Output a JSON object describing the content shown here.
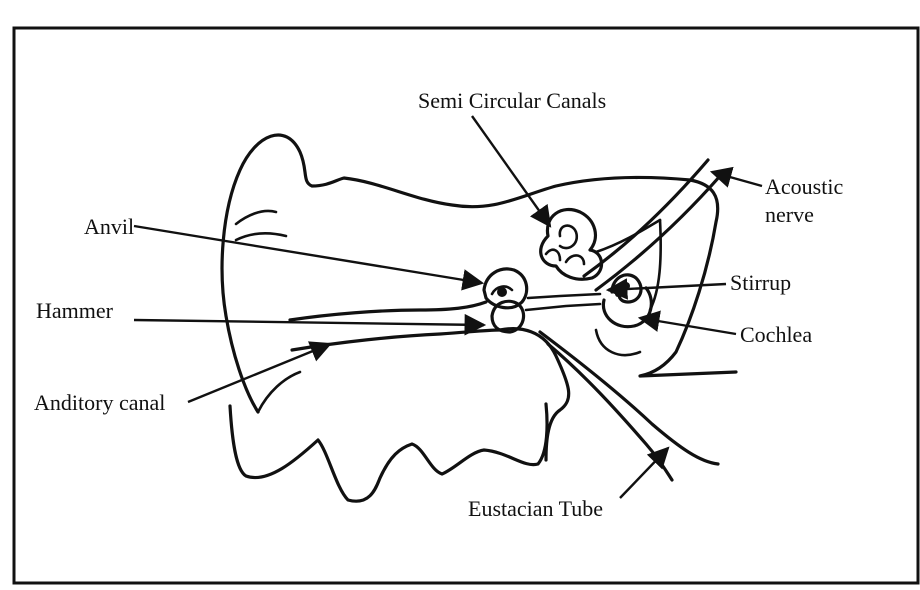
{
  "labels": {
    "semicircular": "Semi Circular Canals",
    "acoustic1": "Acoustic",
    "acoustic2": "nerve",
    "anvil": "Anvil",
    "stirrup": "Stirrup",
    "hammer": "Hammer",
    "cochlea": "Cochlea",
    "auditory": "Anditory canal",
    "eustachian": "Eustacian Tube"
  }
}
